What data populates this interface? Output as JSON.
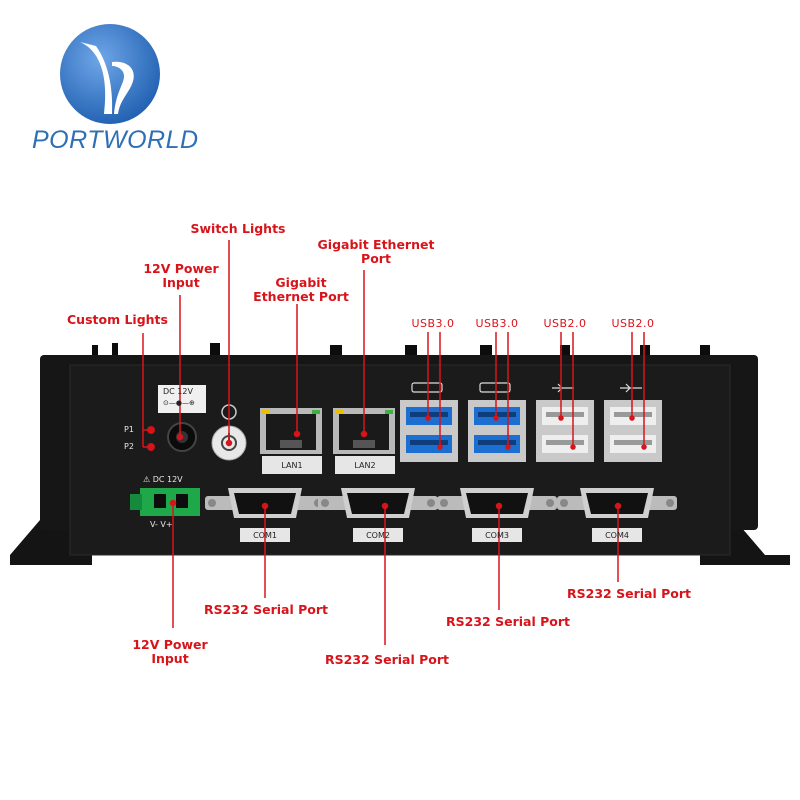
{
  "brand": {
    "name": "PORTWORLD",
    "logo_icon": "sailboat-circle-logo-icon",
    "color": "#2e6fb5"
  },
  "colors": {
    "callout": "#d8141b",
    "chassis": "#111111",
    "usb3_blue": "#1c6fd1"
  },
  "callouts": {
    "switch_lights": "Switch Lights",
    "gigabit_right": [
      "Gigabit Ethernet",
      "Port"
    ],
    "power_top": [
      "12V Power",
      "Input"
    ],
    "gigabit_left": [
      "Gigabit",
      "Ethernet Port"
    ],
    "custom_lights": "Custom Lights",
    "rs232_1": "RS232 Serial Port",
    "rs232_2": "RS232 Serial Port",
    "rs232_3": "RS232 Serial Port",
    "rs232_4": "RS232 Serial Port",
    "power_bottom": [
      "12V Power",
      "Input"
    ]
  },
  "usb_labels": [
    "USB3.0",
    "USB3.0",
    "USB2.0",
    "USB2.0"
  ],
  "panel": {
    "dc_top": [
      "DC 12V",
      "⊙—●—⊕"
    ],
    "dc_warning": "⚠ DC 12V",
    "terminal_polarity": "V-  V+",
    "led_labels": [
      "P1",
      "P2"
    ],
    "lan_labels": [
      "LAN1",
      "LAN2"
    ],
    "com_labels": [
      "COM1",
      "COM2",
      "COM3",
      "COM4"
    ]
  }
}
